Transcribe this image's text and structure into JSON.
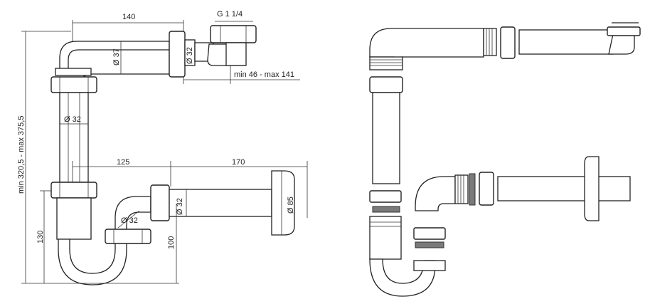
{
  "drawing": {
    "dims": {
      "width_top": "140",
      "thread": "G 1 1/4",
      "dia_top_outlet": "Ø 32",
      "dia_elbow": "Ø 37",
      "adjust_range": "min 46 - max 141",
      "height_total": "min 320,5 - max 375,5",
      "dia_vertical": "Ø 32",
      "width_mid": "125",
      "width_right": "170",
      "dia_trap_outlet": "Ø 32",
      "dia_trap_elbow": "Ø 32",
      "dia_rosette": "Ø 85",
      "height_trap": "130",
      "height_outlet": "100"
    }
  }
}
